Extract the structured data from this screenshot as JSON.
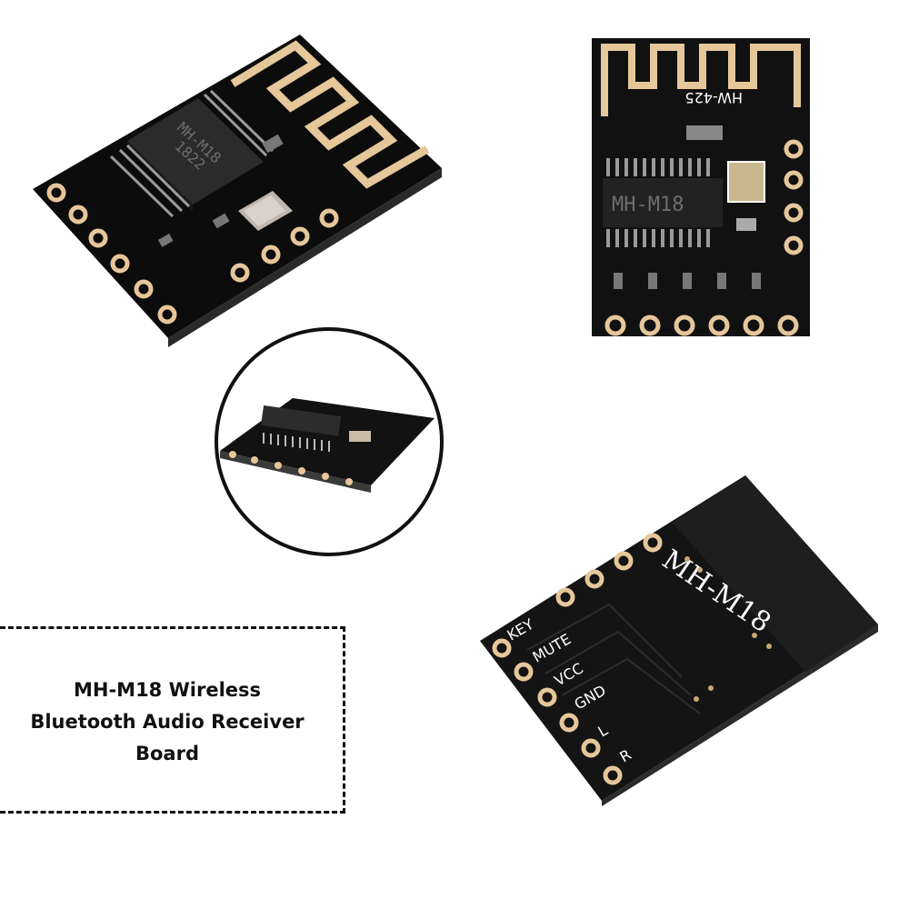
{
  "caption": {
    "line1": "MH-M18 Wireless",
    "line2": "Bluetooth Audio Receiver",
    "line3": "Board"
  },
  "board_top_left": {
    "chip_label": "MH-M18",
    "chip_code": "1822"
  },
  "board_top_right": {
    "model_label": "HW-425",
    "chip_label": "MH-M18"
  },
  "board_bottom_right": {
    "silkscreen_title": "MH-M18",
    "pin_labels": [
      "KEY",
      "MUTE",
      "VCC",
      "GND",
      "L",
      "R"
    ]
  },
  "colors": {
    "pcb": "#141414",
    "gold": "#e6c79a",
    "circle_border": "#111111"
  }
}
